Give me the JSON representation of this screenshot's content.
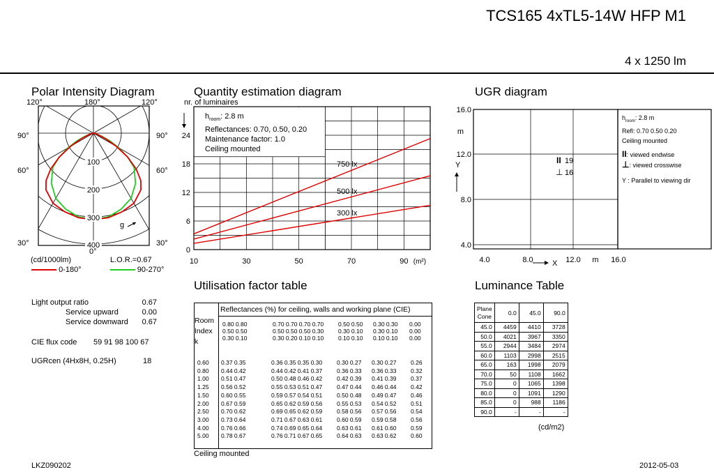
{
  "header": {
    "title": "TCS165 4xTL5-14W HFP M1",
    "lumens": "4 x 1250 lm"
  },
  "polar": {
    "title": "Polar Intensity Diagram",
    "angles_top": [
      "120°",
      "180°",
      "120°"
    ],
    "angles_left": [
      "90°",
      "60°",
      "30°"
    ],
    "angles_right": [
      "90°",
      "60°",
      "30°"
    ],
    "angle_bottom": "0°",
    "ring_labels": [
      "100",
      "200",
      "300",
      "400"
    ],
    "unit": "(cd/1000lm)",
    "lor": "L.O.R.=0.67",
    "gamma": "g",
    "legend": [
      {
        "label": "0-180°",
        "color": "#e00000"
      },
      {
        "label": "90-270°",
        "color": "#22cc22"
      }
    ]
  },
  "light_info": {
    "rows": [
      {
        "label": "Light output ratio",
        "value": "0.67"
      },
      {
        "label": "Service upward",
        "value": "0.00"
      },
      {
        "label": "Service downward",
        "value": "0.67"
      }
    ],
    "cie_label": "CIE flux code",
    "cie_value": "59 91 98 100 67",
    "ugr_label": "UGRcen (4Hx8H, 0.25H)",
    "ugr_value": "18"
  },
  "quantity": {
    "title": "Quantity estimation diagram",
    "ylabel": "nr. of luminaires",
    "yticks": [
      "0",
      "6",
      "12",
      "18",
      "24"
    ],
    "xticks": [
      "10",
      "30",
      "50",
      "70",
      "90"
    ],
    "xunit": "(m²)",
    "info": [
      "2.8 m",
      "Reflectances: 0.70, 0.50, 0.20",
      "Maintenance factor: 1.0",
      "Ceiling mounted"
    ],
    "info_h": "h",
    "info_sub": "room",
    "info_colon": ":",
    "lines": [
      {
        "label": "750 lx",
        "start": 3.3,
        "end": 23.3
      },
      {
        "label": "500 lx",
        "start": 2.2,
        "end": 15.5
      },
      {
        "label": "300 lx",
        "start": 1.3,
        "end": 9.3
      }
    ]
  },
  "ugr": {
    "title": "UGR diagram",
    "yticks": [
      "16.0",
      "12.0",
      "8.0",
      "4.0"
    ],
    "xticks": [
      "4.0",
      "8.0",
      "12.0",
      "16.0"
    ],
    "m_y": "m",
    "m_x": "m",
    "y_axis": "Y",
    "x_axis": "X",
    "val_endwise": "19",
    "val_crosswise": "16",
    "info_h": "h",
    "info_sub": "room",
    "info_hval": ": 2.8 m",
    "info_refl": "Refl: 0.70 0.50 0.20",
    "info_mount": "Ceiling mounted",
    "endwise": ": viewed endwise",
    "crosswise": ": viewed crosswise",
    "parallel": "Y  : Parallel to viewing dir"
  },
  "uf": {
    "title": "Utilisation factor table",
    "header": "Reflectances (%) for ceiling, walls and working plane (CIE)",
    "room_index_label": [
      "Room",
      "Index",
      "k"
    ],
    "refl_groups": [
      [
        "0.80 0.80",
        "0.50 0.50",
        "0.30 0.10"
      ],
      [
        "0.70 0.70 0.70 0.70",
        "0.50 0.50 0.50 0.30",
        "0.30 0.20 0.10 0.10"
      ],
      [
        "0.50 0.50",
        "0.30 0.10",
        "0.10 0.10"
      ],
      [
        "0.30 0.30",
        "0.30 0.10",
        "0.10 0.10"
      ],
      [
        "0.00",
        "0.00",
        "0.00"
      ]
    ],
    "rows": [
      [
        "0.60",
        "0.37 0.35",
        "0.36 0.35 0.35 0.30",
        "0.30 0.27",
        "0.30 0.27",
        "0.26"
      ],
      [
        "0.80",
        "0.44 0.42",
        "0.44 0.42 0.41 0.37",
        "0.36 0.33",
        "0.36 0.33",
        "0.32"
      ],
      [
        "1.00",
        "0.51 0.47",
        "0.50 0.48 0.46 0.42",
        "0.42 0.39",
        "0.41 0.39",
        "0.37"
      ],
      [
        "1.25",
        "0.56 0.52",
        "0.55 0.53 0.51 0.47",
        "0.47 0.44",
        "0.46 0.44",
        "0.42"
      ],
      [
        "1.50",
        "0.60 0.55",
        "0.59 0.57 0.54 0.51",
        "0.50 0.48",
        "0.49 0.47",
        "0.46"
      ],
      [
        "2.00",
        "0.67 0.59",
        "0.65 0.62 0.59 0.56",
        "0.55 0.53",
        "0.54 0.52",
        "0.51"
      ],
      [
        "2.50",
        "0.70 0.62",
        "0.69 0.65 0.62 0.59",
        "0.58 0.56",
        "0.57 0.56",
        "0.54"
      ],
      [
        "3.00",
        "0.73 0.64",
        "0.71 0.67 0.63 0.61",
        "0.60 0.59",
        "0.59 0.58",
        "0.56"
      ],
      [
        "4.00",
        "0.76 0.66",
        "0.74 0.69 0.65 0.64",
        "0.63 0.61",
        "0.61 0.60",
        "0.59"
      ],
      [
        "5.00",
        "0.78 0.67",
        "0.76 0.71 0.67 0.65",
        "0.64 0.63",
        "0.63 0.62",
        "0.60"
      ]
    ],
    "footer": "Ceiling mounted"
  },
  "luminance": {
    "title": "Luminance Table",
    "corner_top": "Plane",
    "corner_bottom": "Cone",
    "cols": [
      "0.0",
      "45.0",
      "90.0"
    ],
    "rows": [
      [
        "45.0",
        "4459",
        "4410",
        "3728"
      ],
      [
        "50.0",
        "4021",
        "3967",
        "3350"
      ],
      [
        "55.0",
        "2944",
        "3484",
        "2974"
      ],
      [
        "60.0",
        "1103",
        "2998",
        "2515"
      ],
      [
        "65.0",
        "163",
        "1998",
        "2079"
      ],
      [
        "70.0",
        "50",
        "1108",
        "1662"
      ],
      [
        "75.0",
        "0",
        "1065",
        "1398"
      ],
      [
        "80.0",
        "0",
        "1091",
        "1290"
      ],
      [
        "85.0",
        "0",
        "988",
        "1186"
      ],
      [
        "90.0",
        "-",
        "-",
        "-"
      ]
    ],
    "unit": "(cd/m2)"
  },
  "footer": {
    "code": "LKZ090202",
    "date": "2012-05-03"
  }
}
